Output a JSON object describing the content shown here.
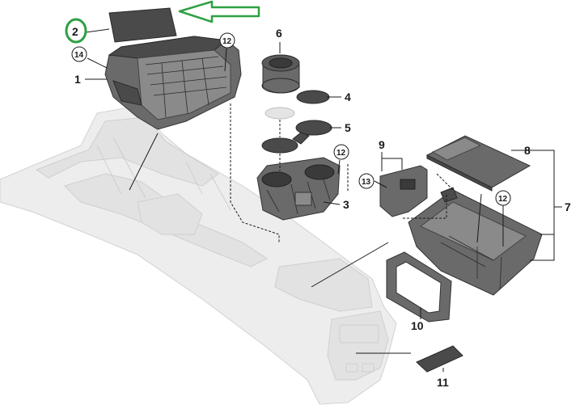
{
  "callouts": {
    "c1": "1",
    "c2": "2",
    "c3": "3",
    "c4": "4",
    "c5": "5",
    "c6": "6",
    "c7": "7",
    "c8": "8",
    "c9": "9",
    "c10": "10",
    "c11": "11",
    "c12a": "12",
    "c12b": "12",
    "c12c": "12",
    "c13": "13",
    "c14": "14"
  },
  "colors": {
    "highlight": "#2ea043",
    "part": "#4a4a4a",
    "console": "#ededed"
  }
}
